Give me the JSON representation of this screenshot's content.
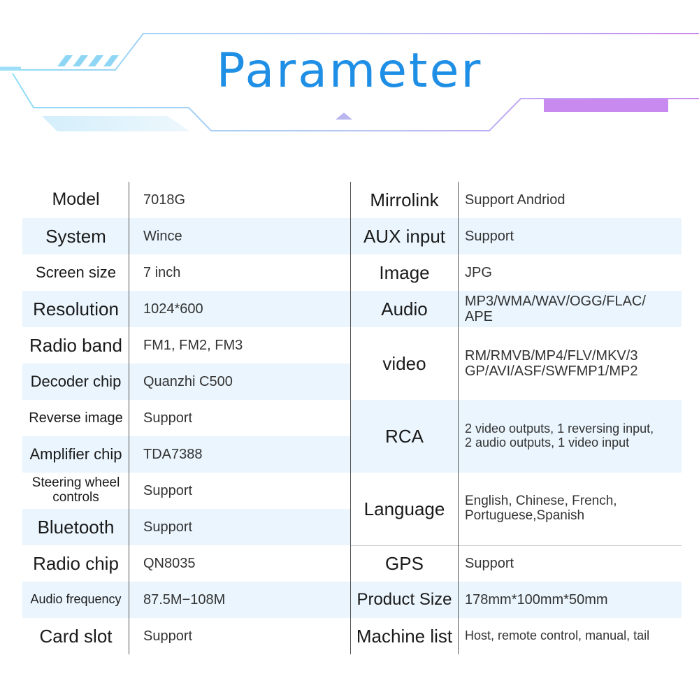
{
  "title": "Parameter",
  "colors": {
    "title": "#1f8fe6",
    "accent_cyan": "#7fd4f5",
    "accent_purple": "#c58af0",
    "row_alt": "#eaf5fd"
  },
  "left_specs": [
    {
      "label": "Model",
      "value": "7018G"
    },
    {
      "label": "System",
      "value": "Wince"
    },
    {
      "label": "Screen size",
      "value": "7 inch"
    },
    {
      "label": "Resolution",
      "value": "1024*600"
    },
    {
      "label": "Radio band",
      "value": "FM1, FM2, FM3"
    },
    {
      "label": "Decoder chip",
      "value": "Quanzhi C500"
    },
    {
      "label": "Reverse image",
      "value": "Support"
    },
    {
      "label": "Amplifier chip",
      "value": "TDA7388"
    },
    {
      "label": "Steering wheel controls",
      "value": "Support"
    },
    {
      "label": "Bluetooth",
      "value": "Support"
    },
    {
      "label": "Radio chip",
      "value": "QN8035"
    },
    {
      "label": "Audio frequency",
      "value": "87.5M−108M"
    },
    {
      "label": "Card slot",
      "value": "Support"
    }
  ],
  "right_specs": [
    {
      "label": "Mirrolink",
      "value": "Support    Andriod"
    },
    {
      "label": "AUX input",
      "value": "Support"
    },
    {
      "label": "Image",
      "value": "JPG"
    },
    {
      "label": "Audio",
      "value": "MP3/WMA/WAV/OGG/FLAC/\nAPE"
    },
    {
      "label": "video",
      "value": "RM/RMVB/MP4/FLV/MKV/3\nGP/AVI/ASF/SWFMP1/MP2"
    },
    {
      "label": "RCA",
      "value": "2 video outputs, 1 reversing input,\n2 audio outputs, 1 video input"
    },
    {
      "label": "Language",
      "value": "English, Chinese, French,\nPortuguese,Spanish"
    },
    {
      "label": "GPS",
      "value": "Support"
    },
    {
      "label": "Product Size",
      "value": "178mm*100mm*50mm"
    },
    {
      "label": "Machine list",
      "value": "Host, remote control, manual, tail"
    }
  ]
}
